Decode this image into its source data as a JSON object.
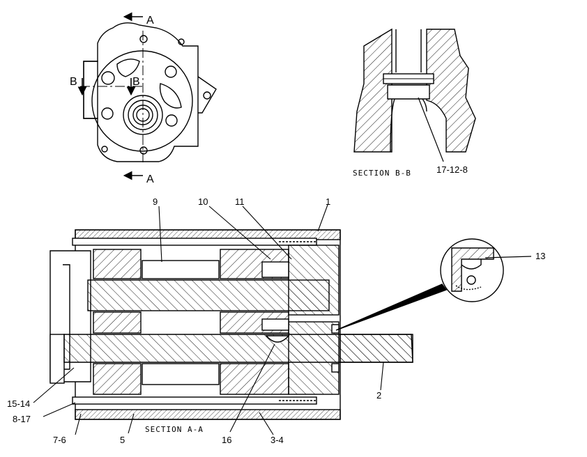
{
  "views": {
    "end_view": {
      "cut_a_top": "A",
      "cut_a_bottom": "A",
      "cut_b_left": "B",
      "cut_b_right": "B"
    },
    "section_bb": {
      "title": "SECTION B-B",
      "callout": "17-12-8"
    },
    "section_aa": {
      "title": "SECTION A-A"
    },
    "detail": {
      "callout": "13"
    }
  },
  "callouts": {
    "c9": "9",
    "c10": "10",
    "c11": "11",
    "c1": "1",
    "c2": "2",
    "c15_14": "15-14",
    "c8_17": "8-17",
    "c7_6": "7-6",
    "c5": "5",
    "c16": "16",
    "c3_4": "3-4"
  },
  "colors": {
    "ink": "#000000",
    "paper": "#ffffff"
  }
}
